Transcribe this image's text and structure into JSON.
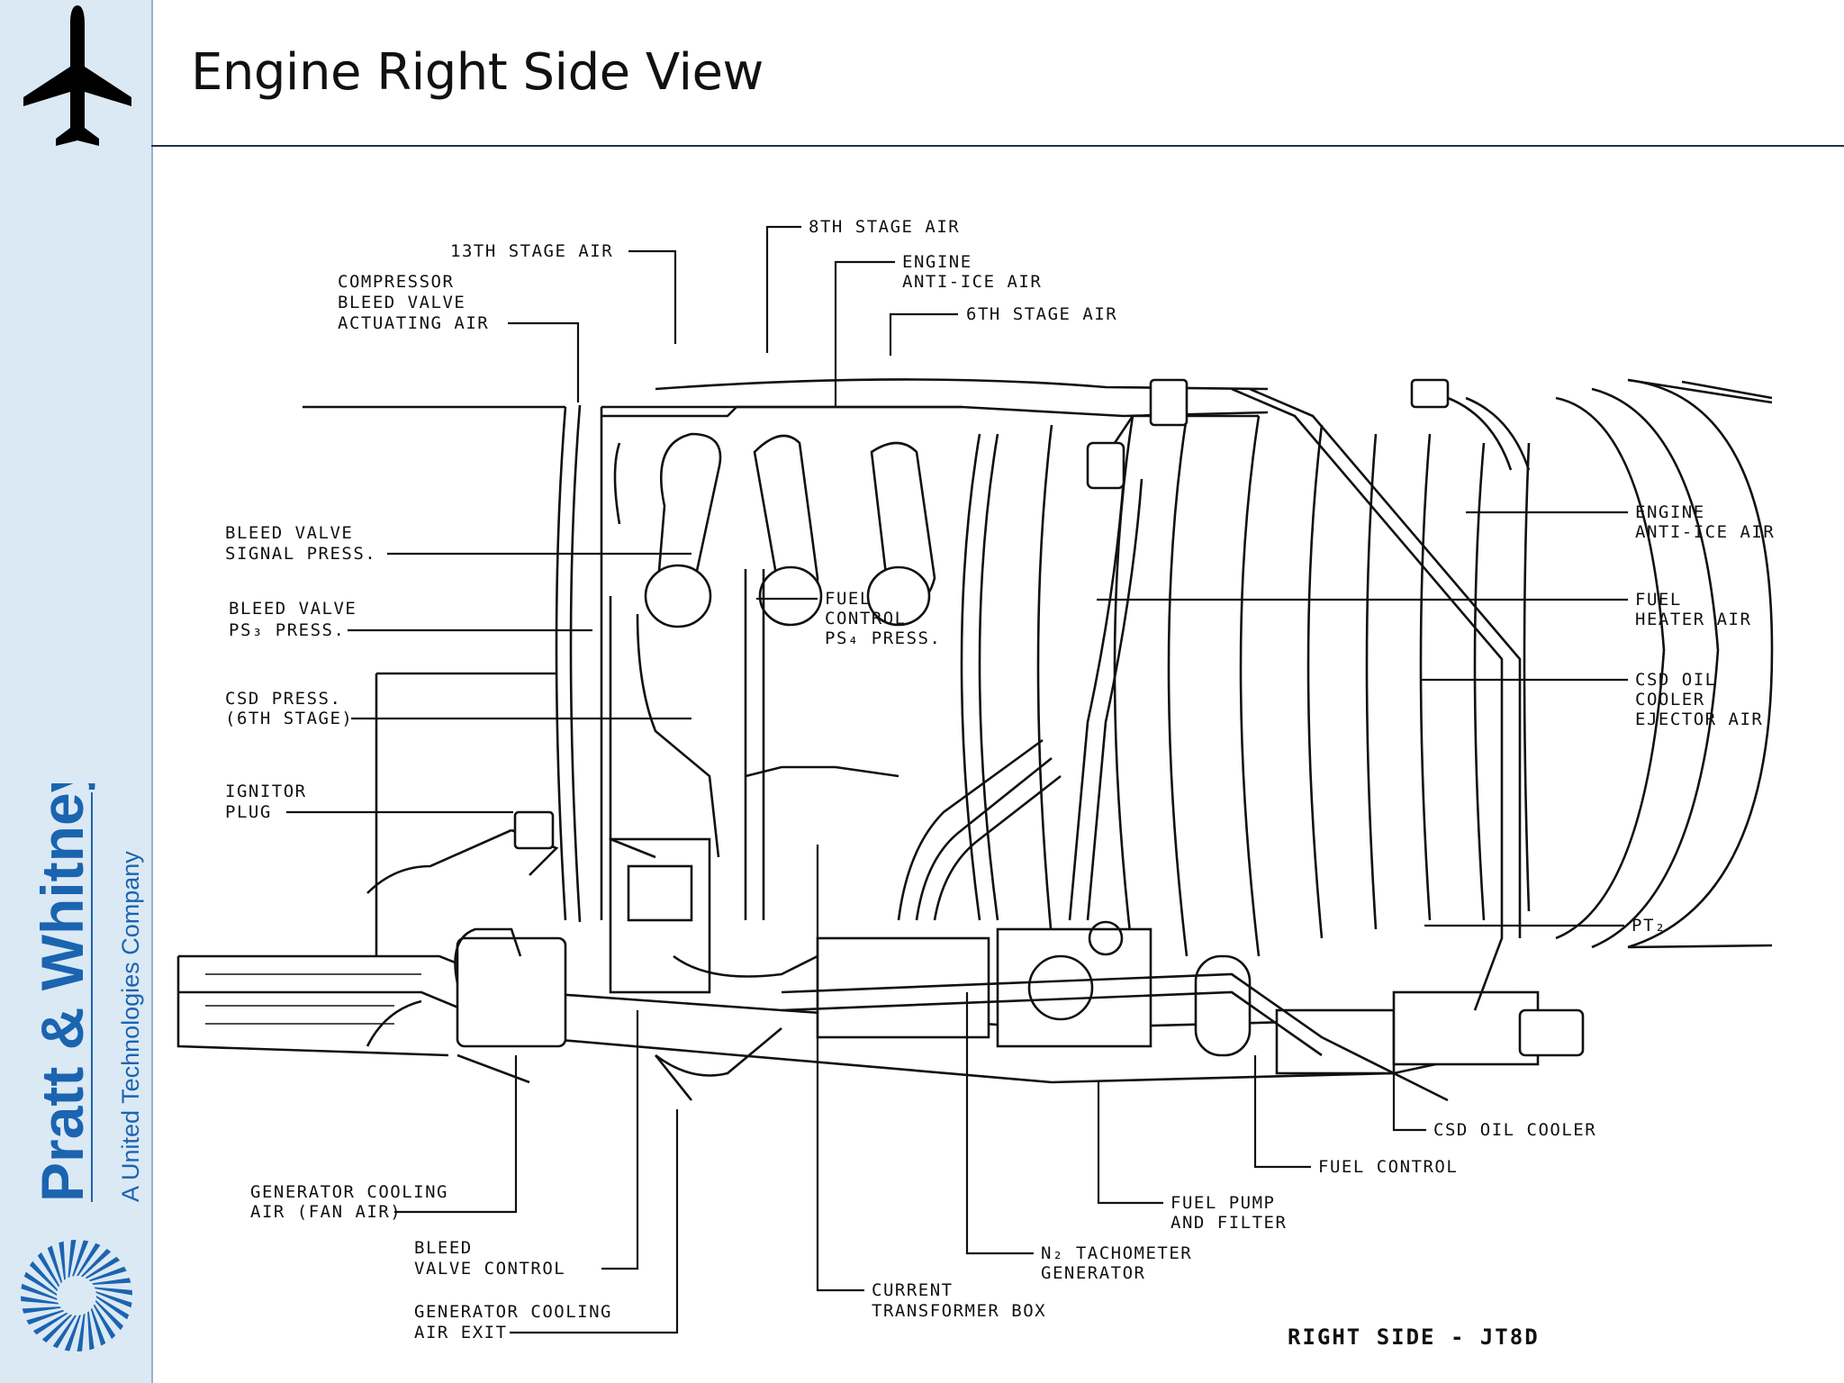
{
  "slide": {
    "title": "Engine Right Side View"
  },
  "sidebar": {
    "logo_icon": "airplane-icon",
    "brand_name": "Pratt & Whitney",
    "brand_tagline": "A United Technologies Company",
    "brand_mark_icon": "turbine-burst-icon",
    "colors": {
      "background": "#dbe9f4",
      "brand_blue": "#1b64b0"
    }
  },
  "diagram": {
    "caption": "RIGHT SIDE - JT8D",
    "labels": {
      "stage13_air": "13TH STAGE AIR",
      "compressor_bleed_1": "COMPRESSOR",
      "compressor_bleed_2": "BLEED VALVE",
      "compressor_bleed_3": "ACTUATING AIR",
      "stage8_air": "8TH STAGE AIR",
      "engine_anti_ice_top_1": "ENGINE",
      "engine_anti_ice_top_2": "ANTI-ICE AIR",
      "stage6_air": "6TH STAGE AIR",
      "bleed_signal_1": "BLEED VALVE",
      "bleed_signal_2": "SIGNAL PRESS.",
      "bleed_ps3_1": "BLEED VALVE",
      "bleed_ps3_2": "PS₃ PRESS.",
      "fuel_control_ps4_1": "FUEL",
      "fuel_control_ps4_2": "CONTROL",
      "fuel_control_ps4_3": "PS₄ PRESS.",
      "csd_press_1": "CSD PRESS.",
      "csd_press_2": "(6TH STAGE)",
      "ignitor_1": "IGNITOR",
      "ignitor_2": "PLUG",
      "engine_anti_ice_right_1": "ENGINE",
      "engine_anti_ice_right_2": "ANTI-ICE AIR",
      "fuel_heater_1": "FUEL",
      "fuel_heater_2": "HEATER AIR",
      "csd_ejector_1": "CSD OIL",
      "csd_ejector_2": "COOLER",
      "csd_ejector_3": "EJECTOR AIR",
      "pt2": "PT₂",
      "csd_oil_cooler": "CSD OIL COOLER",
      "fuel_control": "FUEL CONTROL",
      "fuel_pump_1": "FUEL PUMP",
      "fuel_pump_2": "AND FILTER",
      "n2_tach_1": "N₂ TACHOMETER",
      "n2_tach_2": "GENERATOR",
      "current_tx_1": "CURRENT",
      "current_tx_2": "TRANSFORMER BOX",
      "gen_cooling_1": "GENERATOR COOLING",
      "gen_cooling_2": "AIR (FAN AIR)",
      "bleed_valve_ctrl_1": "BLEED",
      "bleed_valve_ctrl_2": "VALVE CONTROL",
      "gen_cooling_exit_1": "GENERATOR COOLING",
      "gen_cooling_exit_2": "AIR EXIT"
    }
  }
}
